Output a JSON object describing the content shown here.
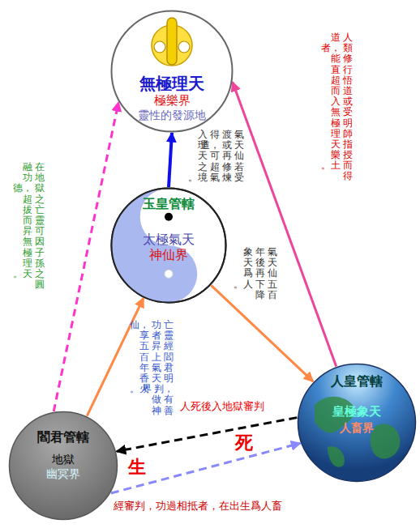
{
  "diagram": {
    "nodes": [
      {
        "text": [
          "無極理天",
          "極樂界",
          "靈性的發源地"
        ]
      },
      {
        "text": [
          "玉皇管轄",
          "太極氣天",
          "神仙界"
        ]
      },
      {
        "text": [
          "閻君管轄",
          "地獄",
          "幽冥界"
        ]
      },
      {
        "text": [
          "人皇管轄",
          "皇極象天",
          "人畜界"
        ]
      }
    ],
    "edges": [
      {
        "from": 2,
        "to": 0,
        "arrow": "to",
        "label": "在地獄之亡靈可因子孫之圓融功德，超拔而昇無極理天。"
      },
      {
        "from": 1,
        "to": 0,
        "arrow": "to",
        "label": "氣天仙若受渡或再修煉得道，可超氣入理天之境。"
      },
      {
        "from": 3,
        "to": 0,
        "arrow": "to",
        "label": "人類修行悟道或受明師指授而得道者，能直超而入無極理天樂土。"
      },
      {
        "from": 1,
        "to": 3,
        "arrow": "to",
        "label": "氣天仙五百年後再下降象天爲人。"
      },
      {
        "from": 2,
        "to": 1,
        "arrow": "to",
        "label": "亡靈經閻君明判，有善功者昇上氣天界，做神仙，享五百年香火。"
      },
      {
        "from": 3,
        "to": 2,
        "arrow": "to",
        "label": "人死後入地獄審判"
      },
      {
        "from": 2,
        "to": 3,
        "arrow": "to",
        "label": "經審判，功過相抵者，在出生爲人畜"
      }
    ],
    "labels": [
      "死",
      "生"
    ]
  }
}
